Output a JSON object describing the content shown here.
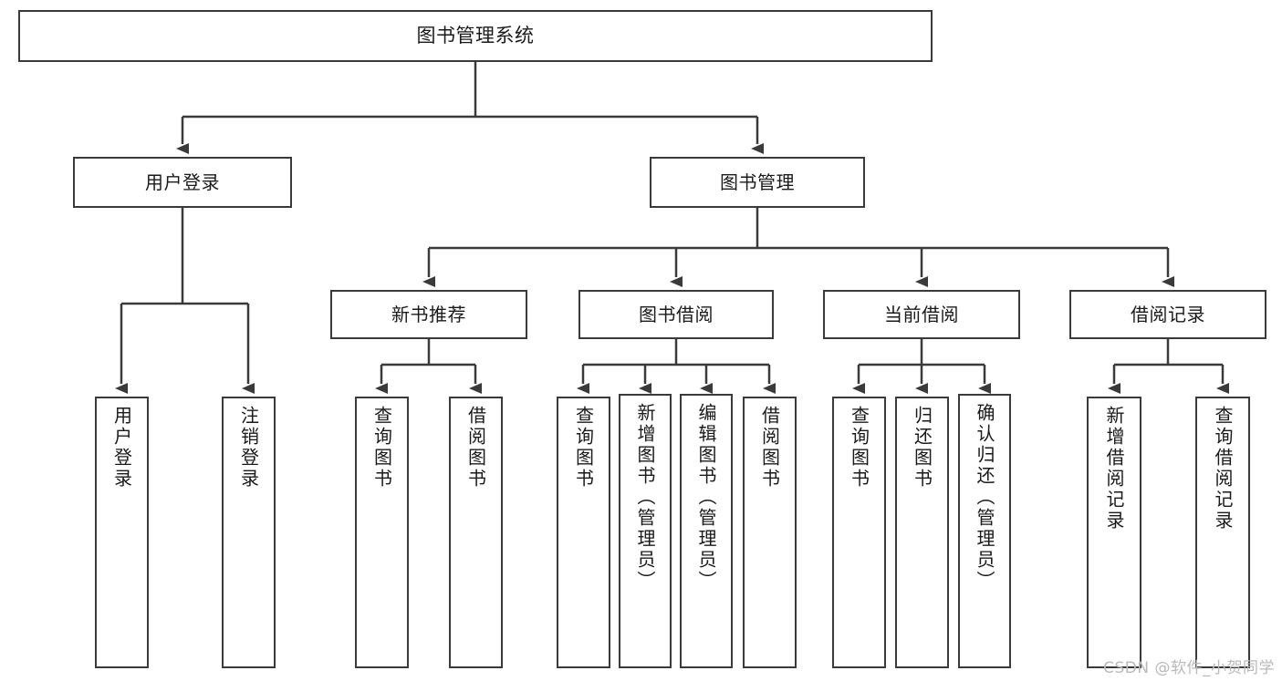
{
  "diagram": {
    "title": "图书管理系统",
    "root": {
      "label": "图书管理系统"
    },
    "level2": [
      {
        "label": "用户登录"
      },
      {
        "label": "图书管理"
      }
    ],
    "level3": [
      {
        "label": "新书推荐"
      },
      {
        "label": "图书借阅"
      },
      {
        "label": "当前借阅"
      },
      {
        "label": "借阅记录"
      }
    ],
    "leaves": [
      {
        "label": "用户登录"
      },
      {
        "label": "注销登录"
      },
      {
        "label": "查询图书"
      },
      {
        "label": "借阅图书"
      },
      {
        "label": "查询图书"
      },
      {
        "label": "新增图书（管理员）"
      },
      {
        "label": "编辑图书（管理员）"
      },
      {
        "label": "借阅图书"
      },
      {
        "label": "查询图书"
      },
      {
        "label": "归还图书"
      },
      {
        "label": "确认归还（管理员）"
      },
      {
        "label": "新增借阅记录"
      },
      {
        "label": "查询借阅记录"
      }
    ],
    "watermark": "CSDN @软件_小贺同学",
    "colors": {
      "stroke": "#3a3a3a",
      "fill": "#ffffff",
      "text": "#1a1a1a",
      "watermark": "#b9b9b9"
    }
  }
}
